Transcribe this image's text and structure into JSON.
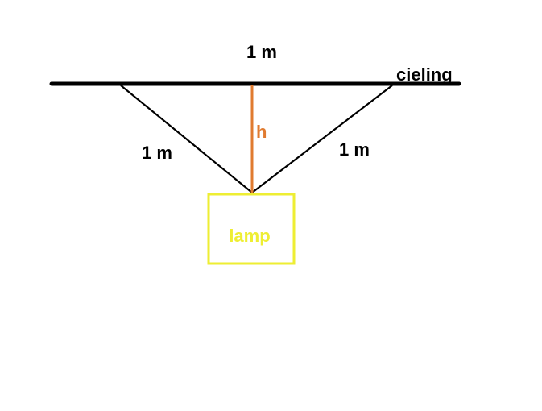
{
  "labels": {
    "top_span": "1 m",
    "ceiling": "cieling",
    "height": "h",
    "left_wire": "1 m",
    "right_wire": "1 m",
    "lamp": "lamp"
  },
  "colors": {
    "line": "#000000",
    "height_line": "#e07b30",
    "lamp": "#eeee33",
    "background": "#ffffff"
  }
}
